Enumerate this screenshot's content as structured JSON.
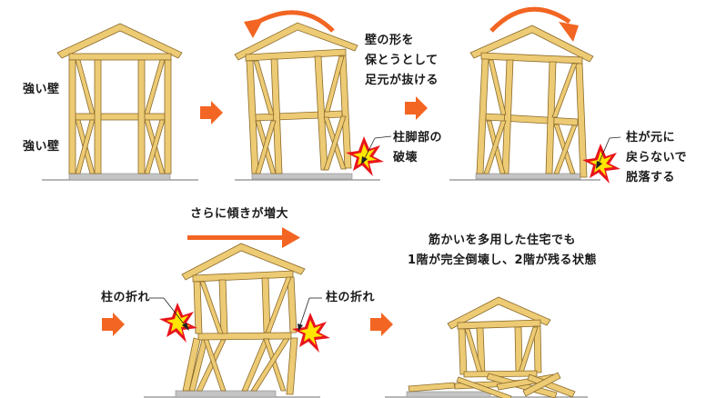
{
  "diagram": {
    "stage1": {
      "upper_wall_label": "強い壁",
      "lower_wall_label": "強い壁"
    },
    "stage2": {
      "note_lines": [
        "壁の形を",
        "保とうとして",
        "足元が抜ける"
      ],
      "damage_lines": [
        "柱脚部の",
        "破壊"
      ]
    },
    "stage3": {
      "damage_lines": [
        "柱が元に",
        "戻らないで",
        "脱落する"
      ]
    },
    "stage4": {
      "title": "さらに傾きが増大",
      "left_break_label": "柱の折れ",
      "right_break_label": "柱の折れ"
    },
    "stage5": {
      "title_lines": [
        "筋かいを多用した住宅でも",
        "1階が完全倒壊し、2階が残る状態"
      ]
    },
    "colors": {
      "wood": "#EDCB74",
      "arrow": "#F26522",
      "burst_outer": "#E8141B",
      "burst_inner": "#FFE600",
      "ground": "#8c8c8c",
      "foundation": "#c4c4c4"
    }
  }
}
